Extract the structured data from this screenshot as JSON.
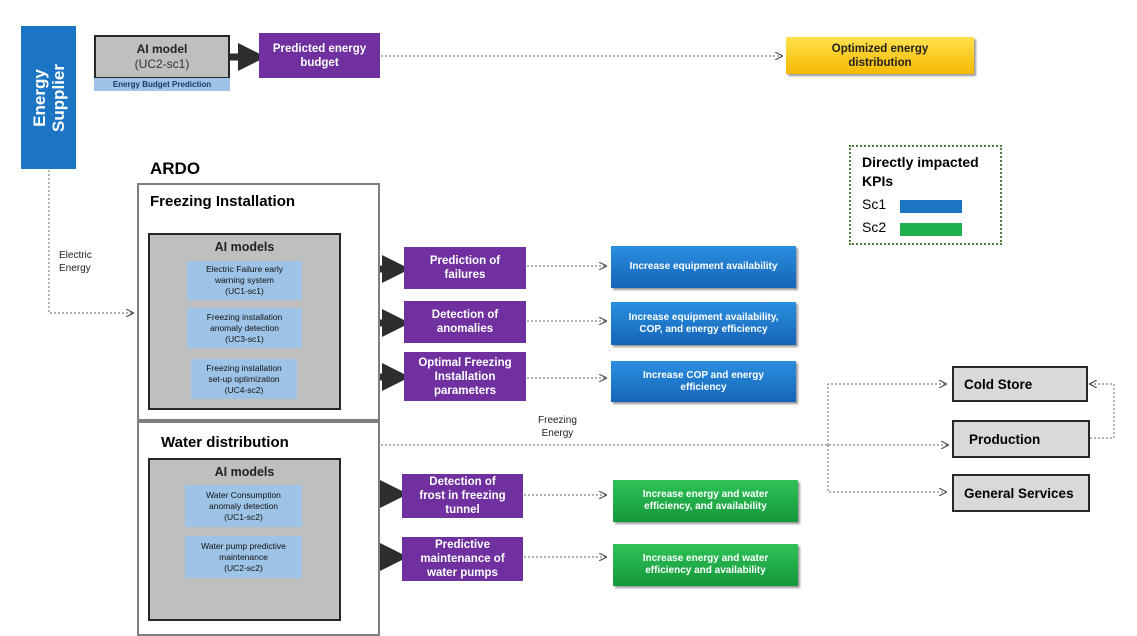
{
  "energy_supplier": {
    "label": "Energy\nSupplier"
  },
  "top_ai_model": {
    "title": "AI model",
    "code": "(UC2-sc1)",
    "caption": "Energy Budget Prediction"
  },
  "predicted_budget": "Predicted energy\nbudget",
  "optimized_distribution": "Optimized energy\ndistribution",
  "electric_energy": "Electric\nEnergy",
  "ardo": "ARDO",
  "freezing": {
    "title": "Freezing Installation",
    "ai_title": "AI models",
    "models": [
      {
        "name": "Electric Failure early\nwarning system",
        "code": "(UC1-sc1)"
      },
      {
        "name": "Freezing installation\nanomaly detection",
        "code": "(UC3-sc1)"
      },
      {
        "name": "Freezing installation\nset-up optimization",
        "code": "(UC4-sc2)"
      }
    ],
    "outputs": [
      "Prediction of\nfailures",
      "Detection of\nanomalies",
      "Optimal Freezing\nInstallation\nparameters"
    ],
    "kpis": [
      "Increase equipment availability",
      "Increase equipment availability,\nCOP, and energy efficiency",
      "Increase COP and energy\nefficiency"
    ]
  },
  "water": {
    "title": "Water distribution",
    "ai_title": "AI models",
    "models": [
      {
        "name": "Water Consumption\nanomaly detection",
        "code": "(UC1-sc2)"
      },
      {
        "name": "Water pump predictive\nmaintenance",
        "code": "(UC2-sc2)"
      }
    ],
    "outputs": [
      "Detection of\nfrost in freezing\ntunnel",
      "Predictive\nmaintenance of\nwater pumps"
    ],
    "kpis": [
      "Increase energy and water\nefficiency, and availability",
      "Increase energy and water\nefficiency and availability"
    ]
  },
  "freezing_energy": "Freezing\nEnergy",
  "legend": {
    "title": "Directly impacted\nKPIs",
    "items": [
      {
        "label": "Sc1",
        "color": "#1b74c4"
      },
      {
        "label": "Sc2",
        "color": "#1fb050"
      }
    ]
  },
  "destinations": [
    "Cold Store",
    "Production",
    "General Services"
  ]
}
